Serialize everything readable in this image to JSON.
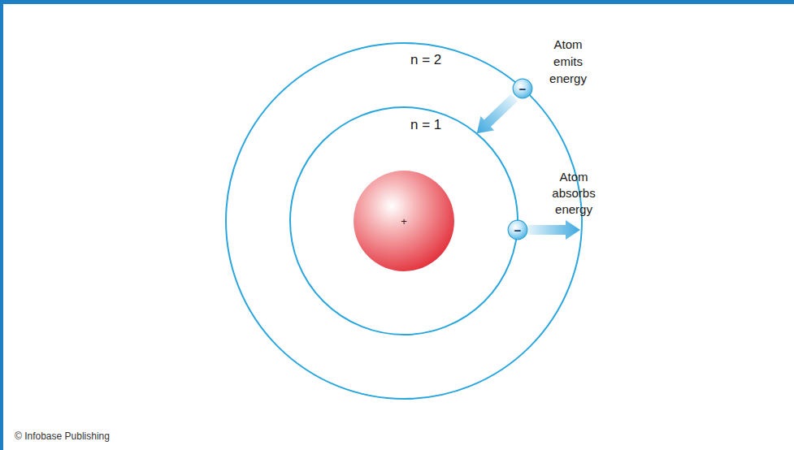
{
  "diagram": {
    "nodes": [
      {
        "text": [
          "−"
        ]
      },
      {
        "text": [
          "+"
        ]
      },
      {
        "text": [
          "−"
        ]
      }
    ],
    "labels": [
      "n = 2",
      "n = 1",
      "Atom emits energy",
      "Atom absorbs energy",
      "© Infobase Publishing"
    ]
  }
}
